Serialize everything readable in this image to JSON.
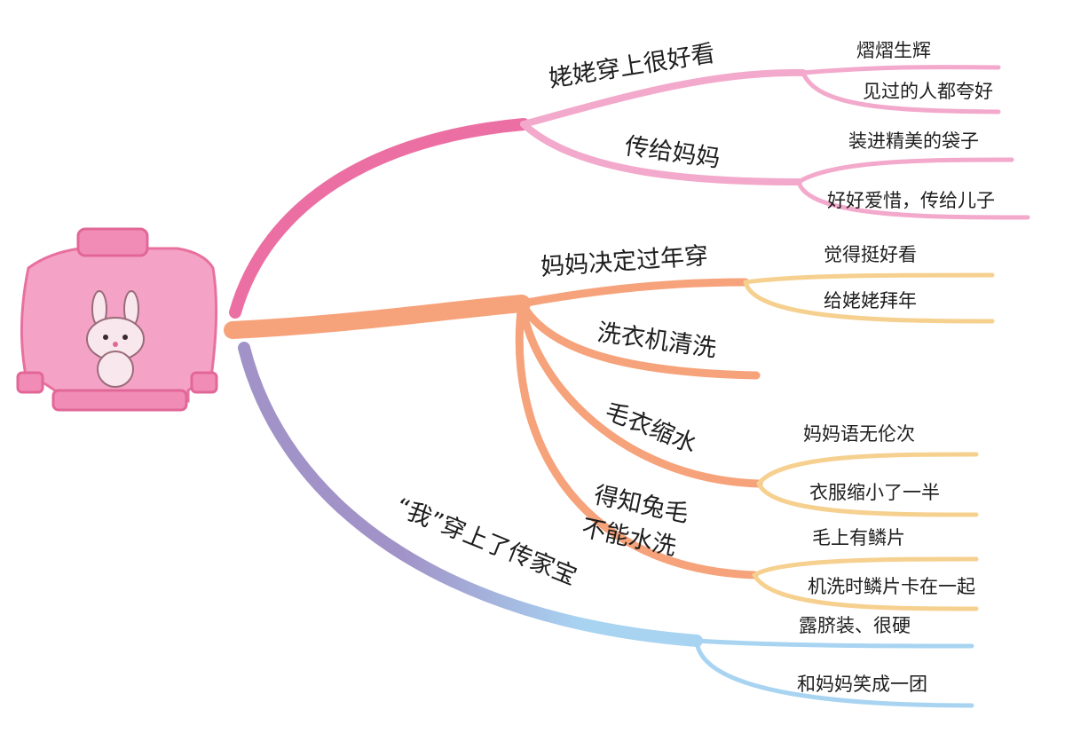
{
  "center": {
    "icon": "pink-sweater-with-bunny-icon"
  },
  "colors": {
    "pink_main": "#ec6fa4",
    "pink_light": "#f3a9cb",
    "orange_main": "#f6a27a",
    "orange_light": "#f6d08f",
    "purple_main": "#a193c8",
    "blue_light": "#a8d4f2"
  },
  "branches": {
    "pink": {
      "topic1": {
        "label": "姥姥穿上很好看",
        "leaves": [
          "熠熠生辉",
          "见过的人都夸好"
        ]
      },
      "topic2": {
        "label": "传给妈妈",
        "leaves": [
          "装进精美的袋子",
          "好好爱惜，传给儿子"
        ]
      }
    },
    "orange": {
      "topic1": {
        "label": "妈妈决定过年穿",
        "leaves": [
          "觉得挺好看",
          "给姥姥拜年"
        ]
      },
      "topic2": {
        "label": "洗衣机清洗"
      },
      "topic3": {
        "label": "毛衣缩水",
        "leaves": [
          "妈妈语无伦次",
          "衣服缩小了一半"
        ]
      },
      "topic4": {
        "label_line1": "得知兔毛",
        "label_line2": "不能水洗",
        "leaves": [
          "毛上有鳞片",
          "机洗时鳞片卡在一起"
        ]
      }
    },
    "purple": {
      "topic1": {
        "label": "“我”穿上了传家宝",
        "leaves": [
          "露脐装、很硬",
          "和妈妈笑成一团"
        ]
      }
    }
  }
}
